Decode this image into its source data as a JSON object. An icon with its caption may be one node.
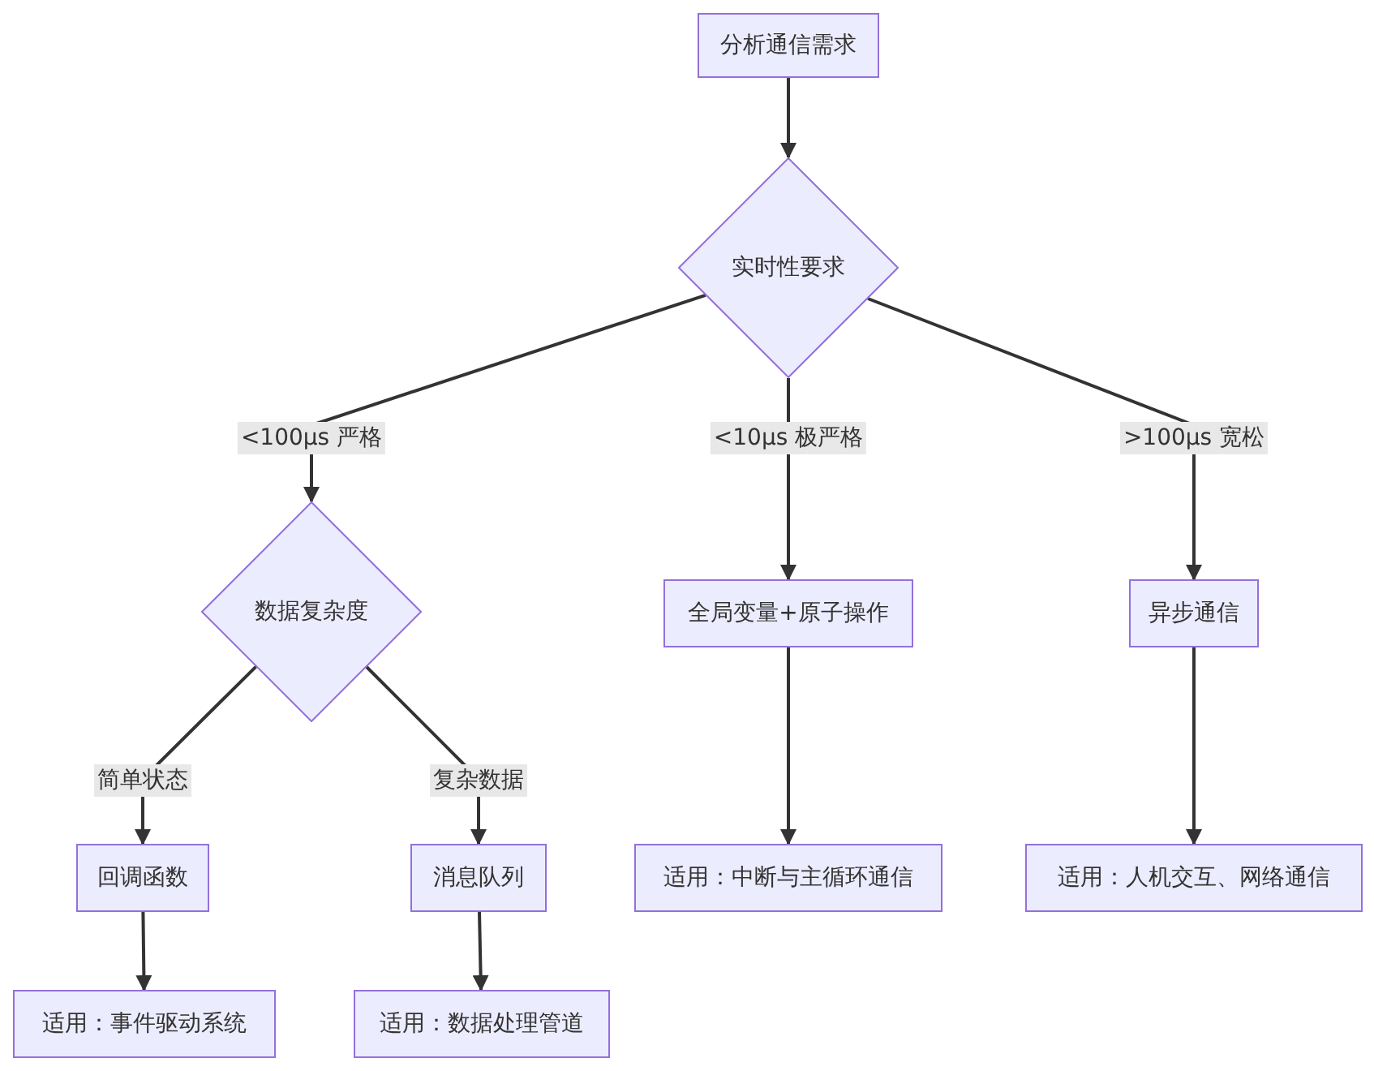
{
  "diagram": {
    "nodes": [
      {
        "text": [
          "分析通信需求"
        ]
      },
      {
        "text": [
          "实时性要求"
        ]
      },
      {
        "text": [
          "数据复杂度"
        ]
      },
      {
        "text": [
          "全局变量+原子操作"
        ]
      },
      {
        "text": [
          "异步通信"
        ]
      },
      {
        "text": [
          "回调函数"
        ]
      },
      {
        "text": [
          "消息队列"
        ]
      },
      {
        "text": [
          "适用：中断与主循环通信"
        ]
      },
      {
        "text": [
          "适用：人机交互、网络通信"
        ]
      },
      {
        "text": [
          "适用：事件驱动系统"
        ]
      },
      {
        "text": [
          "适用：数据处理管道"
        ]
      }
    ],
    "edges": [
      {
        "from": 0,
        "to": 1,
        "arrow": "to"
      },
      {
        "from": 1,
        "to": 2,
        "arrow": "to",
        "label": "<100μs 严格"
      },
      {
        "from": 1,
        "to": 3,
        "arrow": "to",
        "label": "<10μs 极严格"
      },
      {
        "from": 1,
        "to": 4,
        "arrow": "to",
        "label": ">100μs 宽松"
      },
      {
        "from": 2,
        "to": 5,
        "arrow": "to",
        "label": "简单状态"
      },
      {
        "from": 2,
        "to": 6,
        "arrow": "to",
        "label": "复杂数据"
      },
      {
        "from": 3,
        "to": 7,
        "arrow": "to"
      },
      {
        "from": 4,
        "to": 8,
        "arrow": "to"
      },
      {
        "from": 5,
        "to": 9,
        "arrow": "to"
      },
      {
        "from": 6,
        "to": 10,
        "arrow": "to"
      }
    ]
  }
}
